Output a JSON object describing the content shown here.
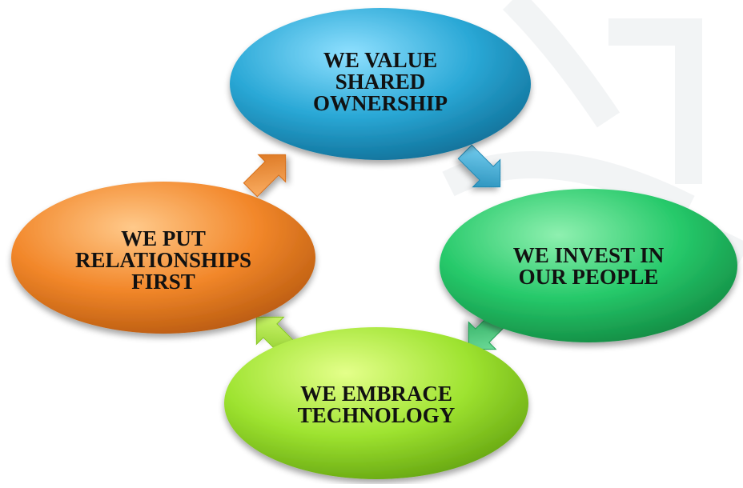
{
  "diagram": {
    "type": "cycle",
    "nodes": [
      {
        "id": "shared-ownership",
        "text": "WE VALUE\nSHARED\nOWNERSHIP",
        "color": "#2aa8d6"
      },
      {
        "id": "invest-people",
        "text": "WE INVEST IN\nOUR PEOPLE",
        "color": "#26c96a"
      },
      {
        "id": "embrace-technology",
        "text": "WE EMBRACE\nTECHNOLOGY",
        "color": "#9ee330"
      },
      {
        "id": "relationships-first",
        "text": "WE PUT\nRELATIONSHIPS\nFIRST",
        "color": "#f2872a"
      }
    ],
    "edges": [
      {
        "from": "shared-ownership",
        "to": "invest-people",
        "color": "#2aa8d6"
      },
      {
        "from": "invest-people",
        "to": "embrace-technology",
        "color": "#26c96a"
      },
      {
        "from": "embrace-technology",
        "to": "relationships-first",
        "color": "#9ee330"
      },
      {
        "from": "relationships-first",
        "to": "shared-ownership",
        "color": "#f2872a"
      }
    ]
  }
}
